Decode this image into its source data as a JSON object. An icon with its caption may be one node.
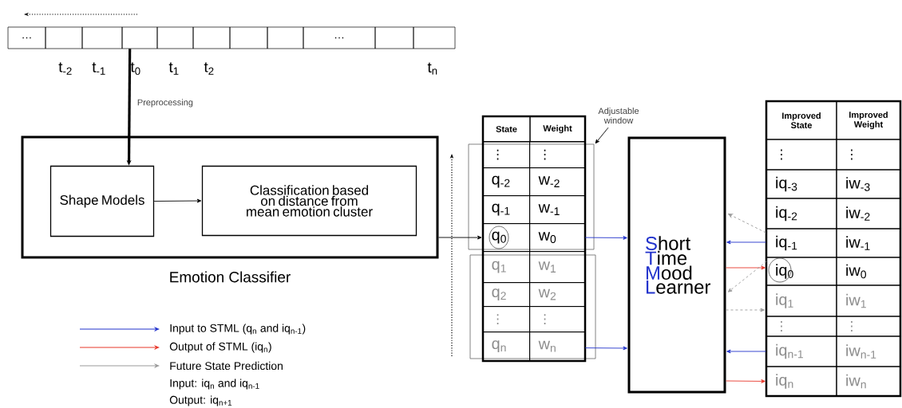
{
  "diagram": {
    "nodes": [
      {
        "text": [
          "…"
        ]
      },
      {
        "text": [],
        "shape": "box"
      },
      {
        "text": [],
        "shape": "box"
      },
      {
        "text": [],
        "shape": "box"
      },
      {
        "text": [],
        "shape": "box"
      },
      {
        "text": [],
        "shape": "box"
      },
      {
        "text": [],
        "shape": "box"
      },
      {
        "text": [],
        "shape": "box"
      },
      {
        "text": [
          "…"
        ]
      },
      {
        "text": [],
        "shape": "box"
      },
      {
        "text": [],
        "shape": "box"
      },
      {
        "text": [
          "Emotion Classifier"
        ]
      },
      {
        "text": [
          "Shape Models"
        ],
        "in": 11
      },
      {
        "text": [
          "Classification based on distance from mean emotion cluster"
        ],
        "in": 11
      },
      {
        "text": [
          "Adjustable window"
        ]
      },
      {
        "text": [],
        "shape": "box"
      },
      {
        "text": [],
        "shape": "box"
      },
      {
        "text": [
          "State"
        ]
      },
      {
        "text": [
          "Weight"
        ]
      },
      {
        "text": [
          "⋮"
        ],
        "in": 15
      },
      {
        "text": [
          "⋮"
        ],
        "in": 15
      },
      {
        "text": [
          "q$_{-2}$"
        ],
        "in": 15
      },
      {
        "text": [
          "w$_{-2}$"
        ],
        "in": 15
      },
      {
        "text": [
          "q$_{-1}$"
        ],
        "in": 15
      },
      {
        "text": [
          "w$_{-1}$"
        ],
        "in": 15
      },
      {
        "text": [
          "q$_{0}$"
        ],
        "in": 15
      },
      {
        "text": [
          "w$_{0}$"
        ],
        "in": 15
      },
      {
        "text": [
          "q$_{1}$"
        ],
        "in": 16
      },
      {
        "text": [
          "w$_{1}$"
        ],
        "in": 16
      },
      {
        "text": [
          "q$_{2}$"
        ],
        "in": 16
      },
      {
        "text": [
          "w$_{2}$"
        ],
        "in": 16
      },
      {
        "text": [
          "⋮"
        ],
        "in": 16
      },
      {
        "text": [
          "⋮"
        ],
        "in": 16
      },
      {
        "text": [
          "q$_{n}$"
        ],
        "in": 16
      },
      {
        "text": [
          "w$_{n}$"
        ],
        "in": 16
      },
      {
        "text": [
          "**S**hort **T**ime **M**ood **L**earner"
        ]
      },
      {
        "text": [
          "Improved State"
        ]
      },
      {
        "text": [
          "Improved Weight"
        ]
      },
      {
        "text": [
          "⋮"
        ]
      },
      {
        "text": [
          "⋮"
        ]
      },
      {
        "text": [
          "iq$_{-3}$"
        ]
      },
      {
        "text": [
          "iw$_{-3}$"
        ]
      },
      {
        "text": [
          "iq$_{-2}$"
        ]
      },
      {
        "text": [
          "iw$_{-2}$"
        ]
      },
      {
        "text": [
          "iq$_{-1}$"
        ]
      },
      {
        "text": [
          "iw$_{-1}$"
        ]
      },
      {
        "text": [
          "iq$_{0}$"
        ]
      },
      {
        "text": [
          "iw$_{0}$"
        ]
      },
      {
        "text": [
          "iq$_{1}$"
        ]
      },
      {
        "text": [
          "iw$_{1}$"
        ]
      },
      {
        "text": [
          "⋮"
        ]
      },
      {
        "text": [
          "⋮"
        ]
      },
      {
        "text": [
          "iq$_{n-1}$"
        ]
      },
      {
        "text": [
          "iw$_{n-1}$"
        ]
      },
      {
        "text": [
          "iq$_{n}$"
        ]
      },
      {
        "text": [
          "iw$_{n}$"
        ]
      }
    ],
    "edges": [
      {
        "from": 3,
        "to": 12,
        "arrow": "to",
        "label": "Preprocessing",
        "style": "thick"
      },
      {
        "from": 12,
        "to": 13,
        "arrow": "to"
      },
      {
        "from": 11,
        "to": 25,
        "arrow": "to"
      },
      {
        "from": 14,
        "to": 15,
        "arrow": "to"
      },
      {
        "from": 26,
        "to": 35,
        "arrow": "to",
        "color": "#2233cc"
      },
      {
        "from": 34,
        "to": 35,
        "arrow": "to",
        "color": "#2233cc"
      },
      {
        "from": 44,
        "to": 35,
        "arrow": "to",
        "color": "#2233cc"
      },
      {
        "from": 35,
        "to": 46,
        "arrow": "to",
        "color": "#e8382b"
      },
      {
        "from": 44,
        "to": 35,
        "arrow": "to",
        "style": "dashed",
        "color": "#9a9a9a"
      },
      {
        "from": 46,
        "to": 35,
        "arrow": "to",
        "style": "dashed",
        "color": "#9a9a9a"
      },
      {
        "from": 35,
        "to": 48,
        "arrow": "to",
        "style": "dashed",
        "color": "#9a9a9a"
      },
      {
        "from": 52,
        "to": 35,
        "arrow": "to",
        "color": "#2233cc"
      },
      {
        "from": 35,
        "to": 54,
        "arrow": "to",
        "color": "#e8382b"
      }
    ],
    "labels": [
      "t$_{-2}$",
      "t$_{-1}$",
      "t$_{0}$",
      "t$_{1}$",
      "t$_{2}$",
      "t$_{n}$",
      "Input: iq$_{n}$ and iq$_{n-1}$",
      "Output: iq$_{n+1}$"
    ],
    "legend": [
      {
        "text": "Input to STML (q$_{n}$ and iq$_{n-1}$)"
      },
      {
        "text": "Output of STML (iq$_{n}$)"
      },
      {
        "text": "Future State Prediction"
      }
    ]
  }
}
